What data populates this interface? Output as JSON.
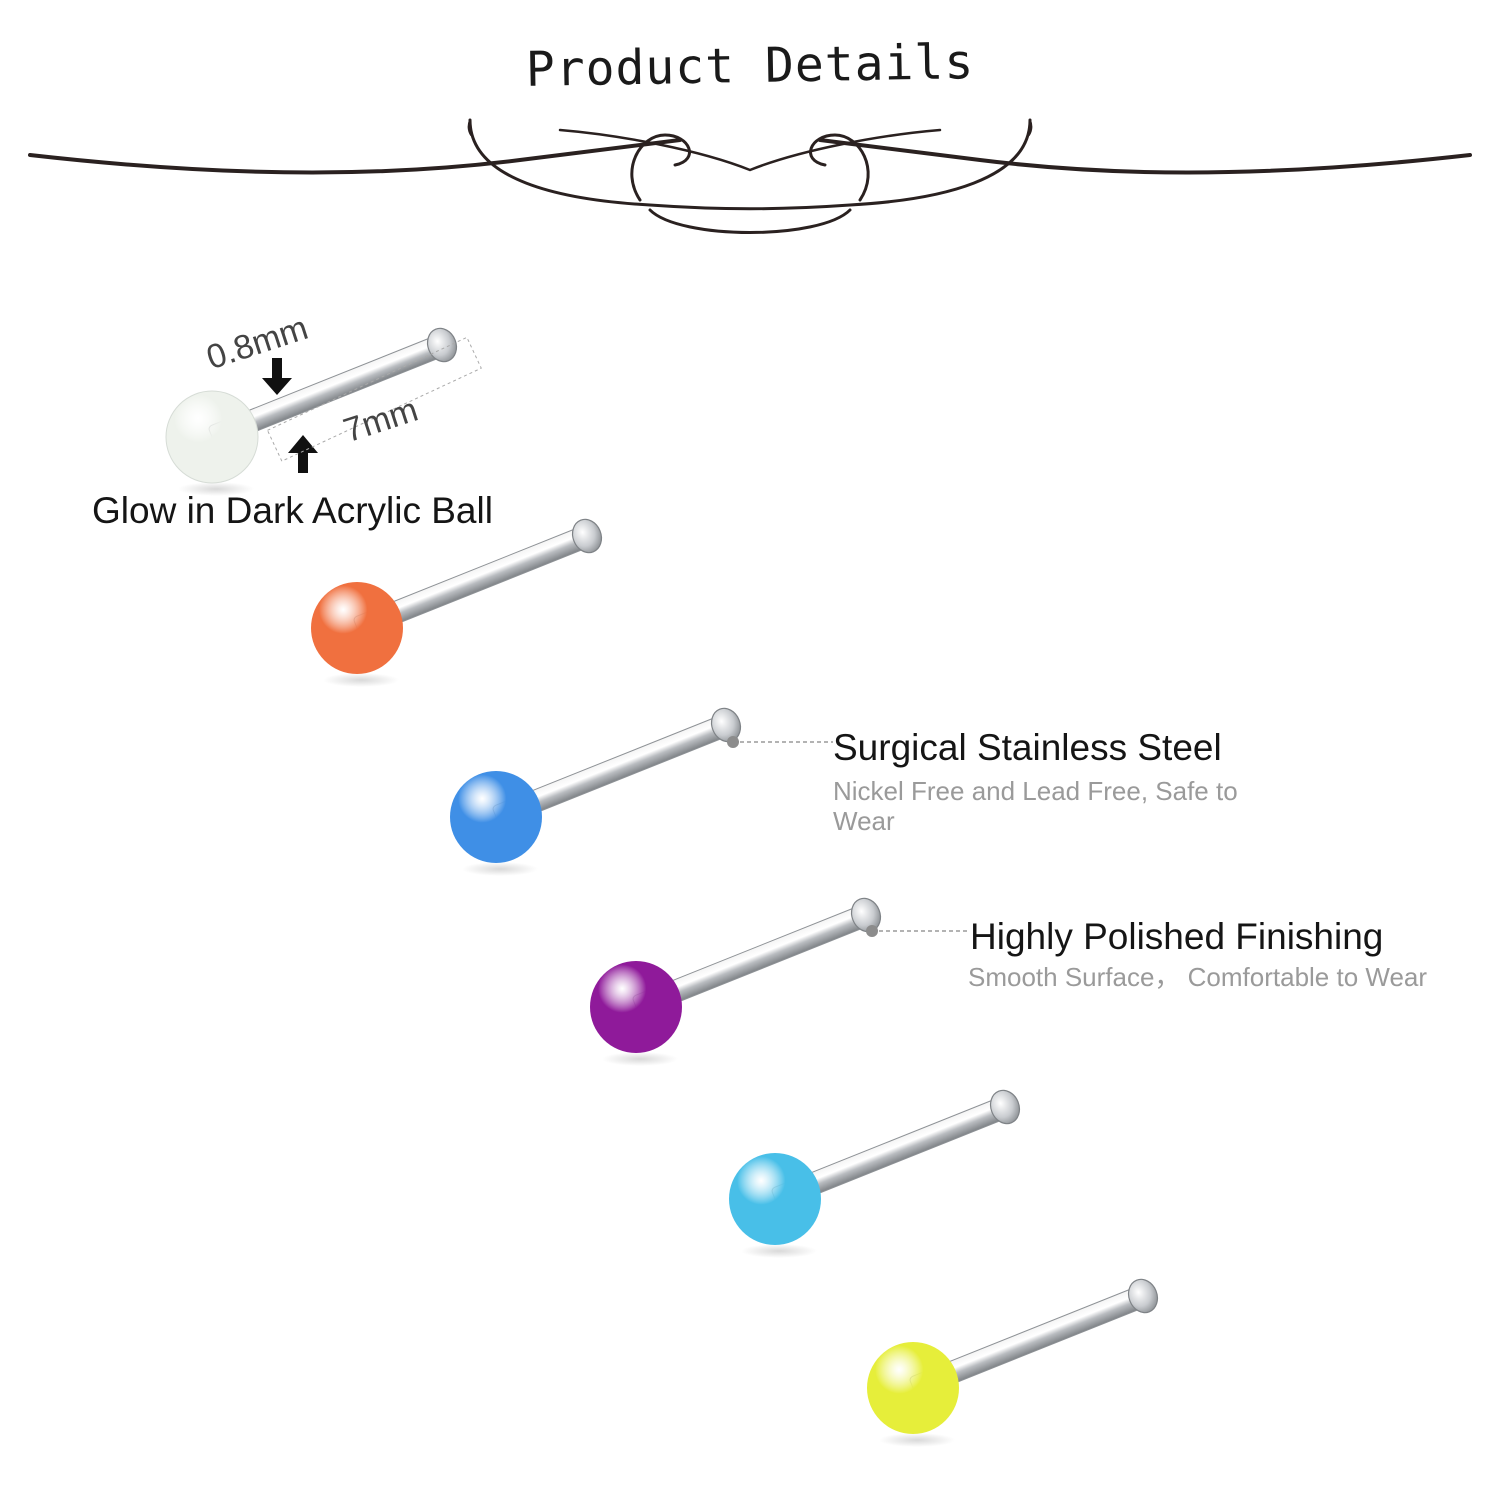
{
  "page": {
    "title": "Product Details"
  },
  "callouts": {
    "glow": {
      "heading": "Glow in Dark Acrylic Ball"
    },
    "steel": {
      "heading": "Surgical Stainless Steel",
      "sub": "Nickel Free and Lead Free, Safe to Wear"
    },
    "polish": {
      "heading": "Highly Polished Finishing",
      "sub": "Smooth Surface， Comfortable to Wear"
    }
  },
  "dimensions": {
    "gauge": "0.8mm",
    "length": "7mm"
  },
  "products": [
    {
      "name": "glow-white-stud",
      "color": "#eef2ec"
    },
    {
      "name": "orange-stud",
      "color": "#f0703f"
    },
    {
      "name": "blue-stud",
      "color": "#3f8fe6"
    },
    {
      "name": "purple-stud",
      "color": "#8f1a9a"
    },
    {
      "name": "sky-blue-stud",
      "color": "#48bfe8"
    },
    {
      "name": "yellow-stud",
      "color": "#e6ee3a"
    }
  ]
}
